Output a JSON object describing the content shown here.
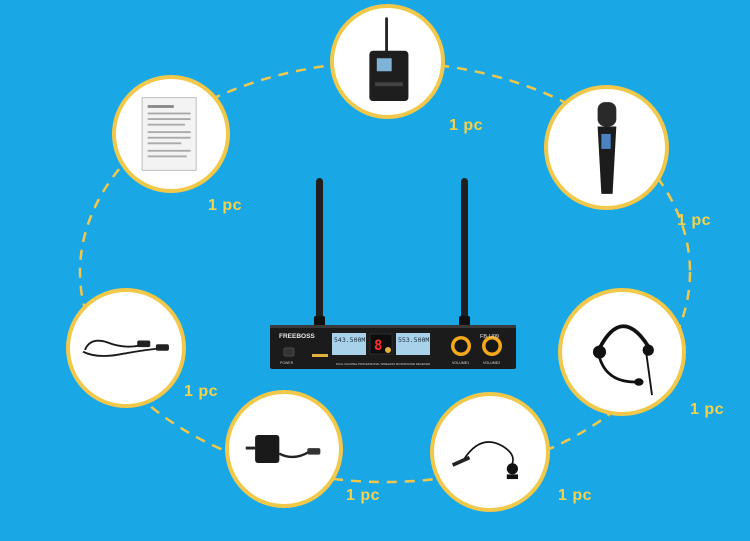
{
  "scene": {
    "background_color": "#1aa7e6",
    "ring_color": "#f2c84b",
    "label_color": "#f4d24a"
  },
  "receiver": {
    "brand": "FREEBOSS",
    "model": "FB-U09",
    "channel_a_freq": "543.500M",
    "channel_b_freq": "553.500M",
    "channel_display": "8",
    "knob_labels": [
      "VOLUME1",
      "VOLUME2"
    ],
    "power_label": "POWER",
    "tagline": "DUAL CHANNEL PROFESSIONAL WIRELESS MICROPHONE RECEIVER"
  },
  "accessories": [
    {
      "name": "bodypack transmitter",
      "icon": "bodypack-icon",
      "quantity": "1 pc"
    },
    {
      "name": "handheld microphone",
      "icon": "handheld-mic-icon",
      "quantity": "1 pc"
    },
    {
      "name": "headset microphone",
      "icon": "headset-mic-icon",
      "quantity": "1 pc"
    },
    {
      "name": "lavalier microphone",
      "icon": "lavalier-mic-icon",
      "quantity": "1 pc"
    },
    {
      "name": "power adapter",
      "icon": "power-adapter-icon",
      "quantity": "1 pc"
    },
    {
      "name": "audio cable",
      "icon": "audio-cable-icon",
      "quantity": "1 pc"
    },
    {
      "name": "user manual",
      "icon": "manual-icon",
      "quantity": "1 pc"
    }
  ]
}
